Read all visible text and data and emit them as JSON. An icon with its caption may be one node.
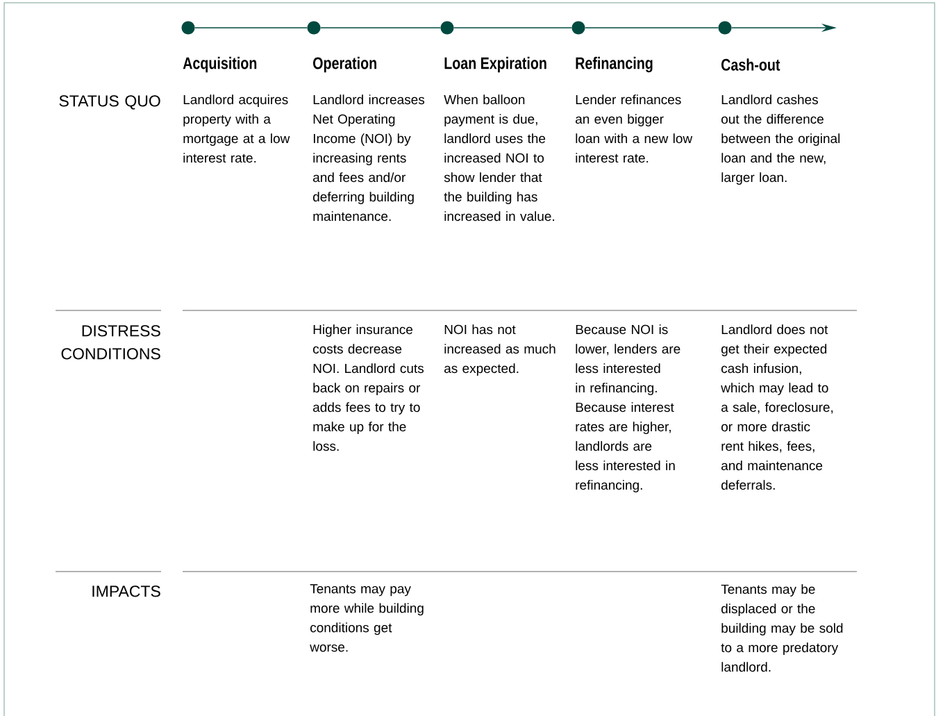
{
  "diagram": {
    "nodes": [
      {
        "text": [],
        "shape": "circle",
        "beside": [
          "Acquisition"
        ]
      },
      {
        "text": [],
        "shape": "circle",
        "beside": [
          "Operation"
        ]
      },
      {
        "text": [],
        "shape": "circle",
        "beside": [
          "Loan Expiration"
        ]
      },
      {
        "text": [],
        "shape": "circle",
        "beside": [
          "Refinancing"
        ]
      },
      {
        "text": [],
        "shape": "circle",
        "beside": [
          "Cash-out"
        ]
      }
    ],
    "edges": [
      {
        "from": 0,
        "to": 1,
        "arrow": "none"
      },
      {
        "from": 1,
        "to": 2,
        "arrow": "none"
      },
      {
        "from": 2,
        "to": 3,
        "arrow": "none"
      },
      {
        "from": 3,
        "to": 4,
        "arrow": "none"
      },
      {
        "from": 4,
        "to": null,
        "arrow": "to"
      }
    ],
    "labels": [
      "STATUS QUO",
      "Landlord acquires property with a mortgage at a low interest rate.",
      "Landlord increases Net Operating Income (NOI) by increasing rents and fees and/or deferring building maintenance.",
      "When balloon payment is due, landlord uses the increased NOI to show lender that the building has increased in value.",
      "Lender refinances an even bigger loan with a new low interest rate.",
      "Landlord cashes out the difference between the original loan and the new, larger loan.",
      "DISTRESS CONDITIONS",
      "Higher insurance costs decrease NOI. Landlord cuts back on repairs or adds fees to try to make up for the loss.",
      "NOI has not increased as much as expected.",
      "Because NOI is lower, lenders are less interested in refinancing. Because interest rates are higher, landlords are less interested in refinancing.",
      "Landlord does not get their expected cash infusion, which may lead to a sale, foreclosure, or more drastic rent hikes, fees, and maintenance deferrals.",
      "IMPACTS",
      "Tenants may pay more while building conditions get worse.",
      "Tenants may be displaced or the building may be sold to a more predatory landlord."
    ]
  }
}
